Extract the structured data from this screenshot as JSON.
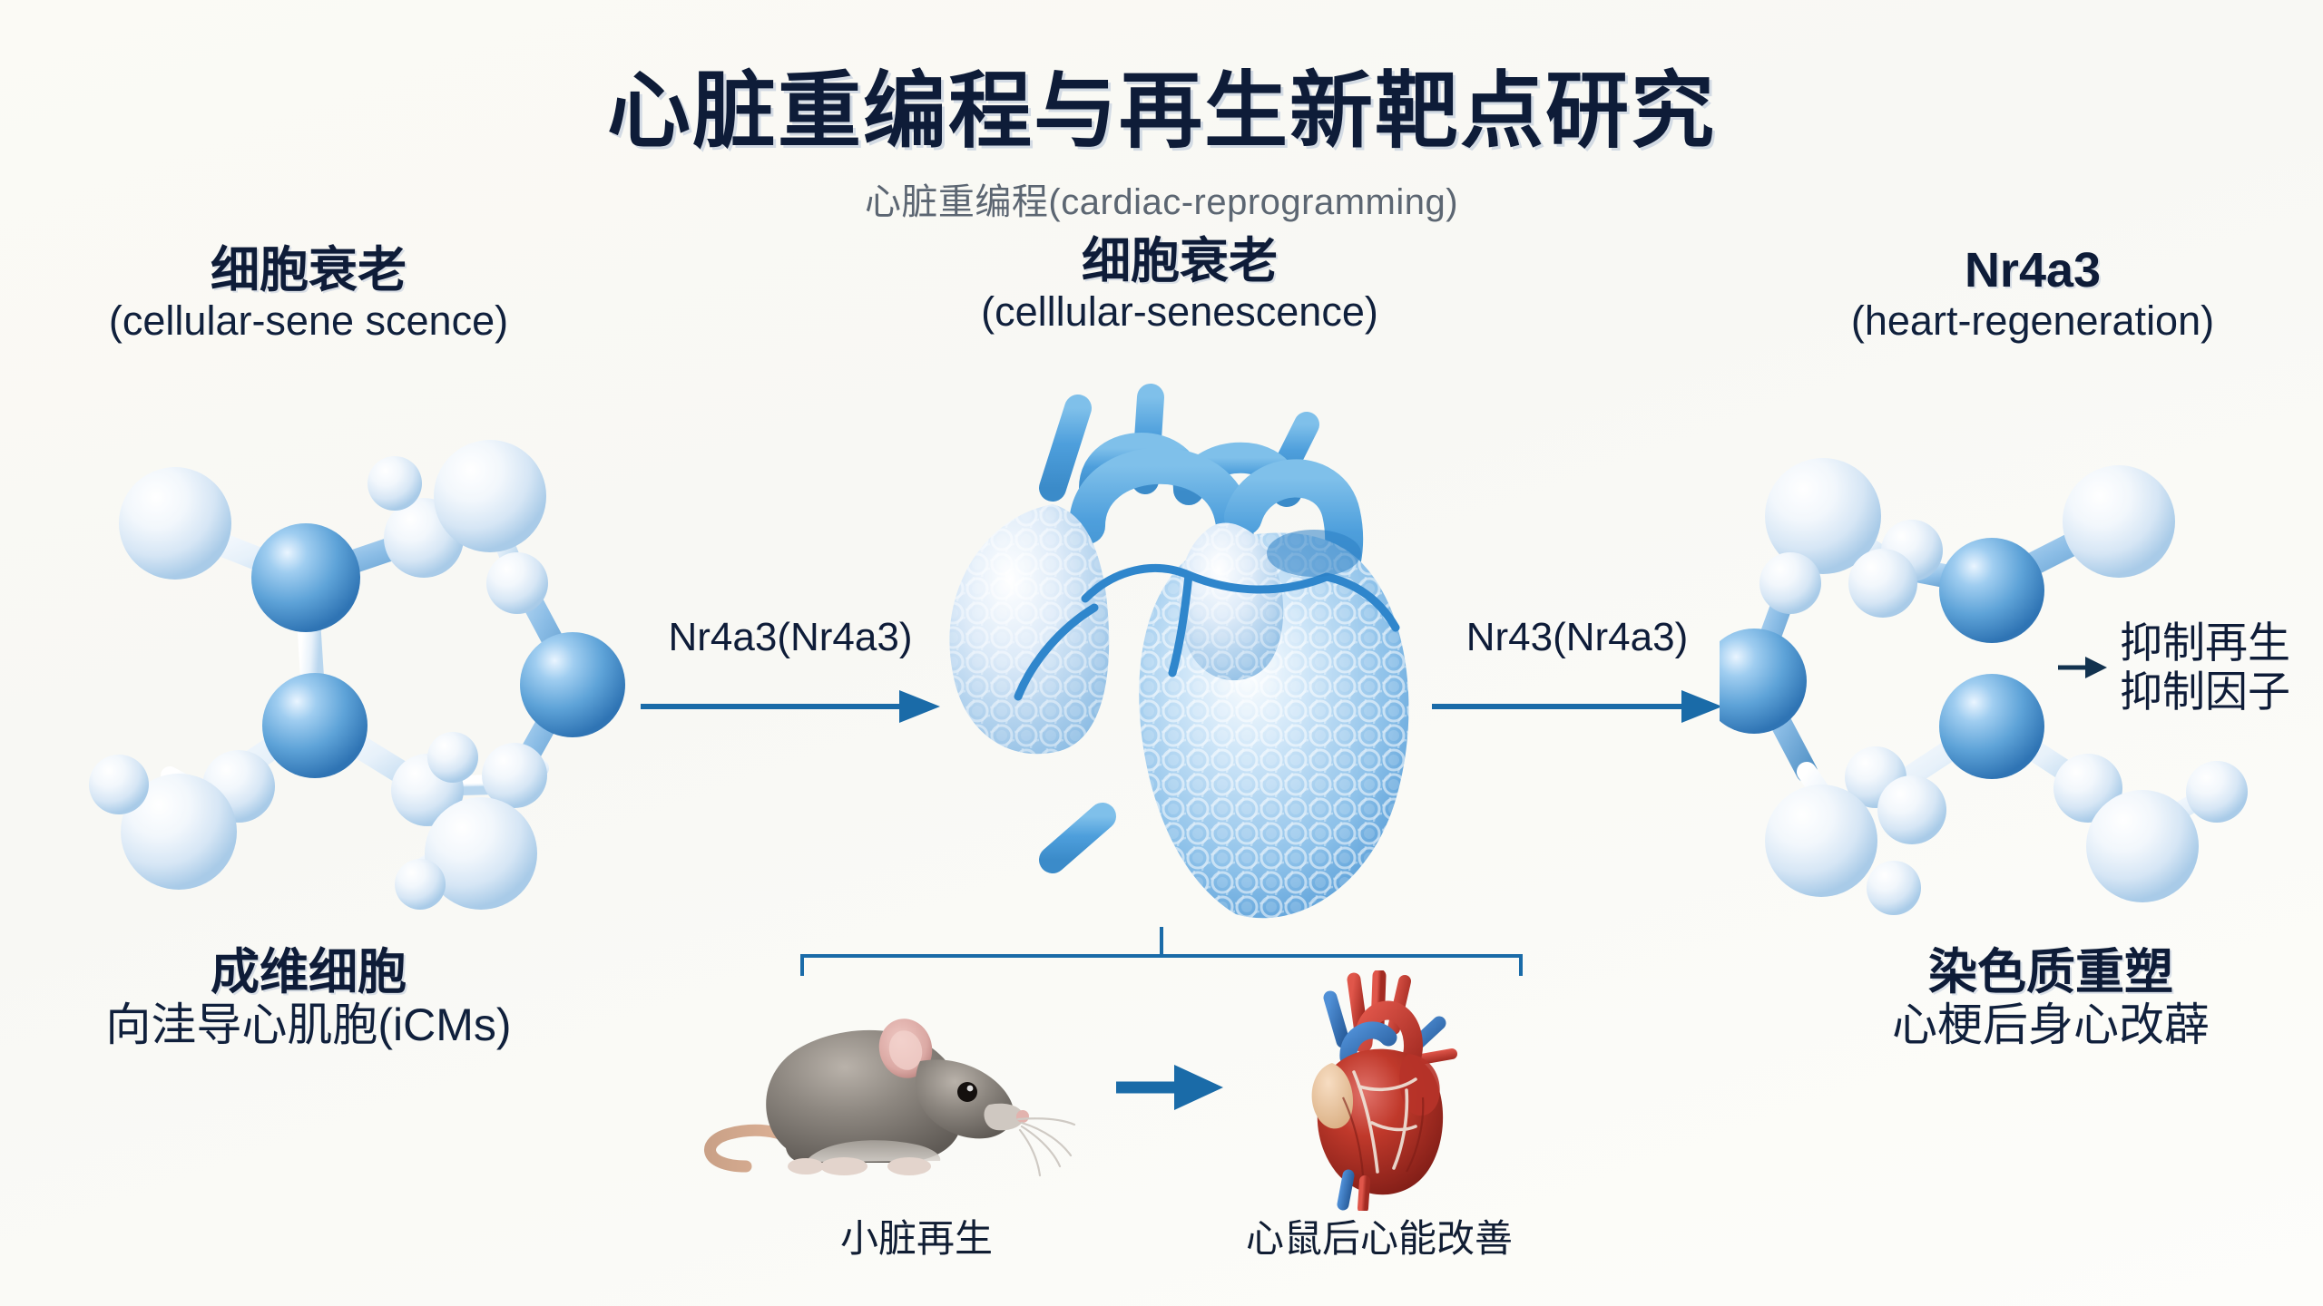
{
  "title": {
    "main": "心脏重编程与再生新靶点研究",
    "sub": "心脏重编程(cardiac-reprogramming)"
  },
  "columns": {
    "left": {
      "heading_cn": "细胞衰老",
      "heading_en": "(cellular-sene scence)",
      "footer_cn_bold": "成维细胞",
      "footer_cn_normal": "向洼导心肌胞(iCMs)",
      "figure": "molecule-3d"
    },
    "middle": {
      "heading_cn": "细胞衰老",
      "heading_en": "(celllular-senescence)",
      "figure": "anatomical-heart-blue"
    },
    "right": {
      "heading_cn": "Nr4a3",
      "heading_en": "(heart-regeneration)",
      "footer_cn_bold": "染色质重塑",
      "footer_cn_normal": "心梗后身心改薜",
      "figure": "molecule-3d"
    }
  },
  "arrows": {
    "first": "Nr4a3(Nr4a3)",
    "second": "Nr43(Nr4a3)"
  },
  "inhibit_note": {
    "line1": "抑制再生",
    "line2": "抑制因子"
  },
  "bottom": {
    "mouse_caption": "小脏再生",
    "heart_caption": "心鼠后心能改善",
    "mouse_figure": "laboratory-mouse",
    "heart_figure": "anatomical-heart-red"
  },
  "colors": {
    "title_navy": "#0e1c38",
    "subtitle_gray": "#5c6672",
    "arrow_blue": "#1a6ba8",
    "molecule_blue": "#4f9ad6",
    "heart_blue": "#5ea8e0",
    "heart_red": "#c0392b",
    "background": "#fbfaf5"
  }
}
